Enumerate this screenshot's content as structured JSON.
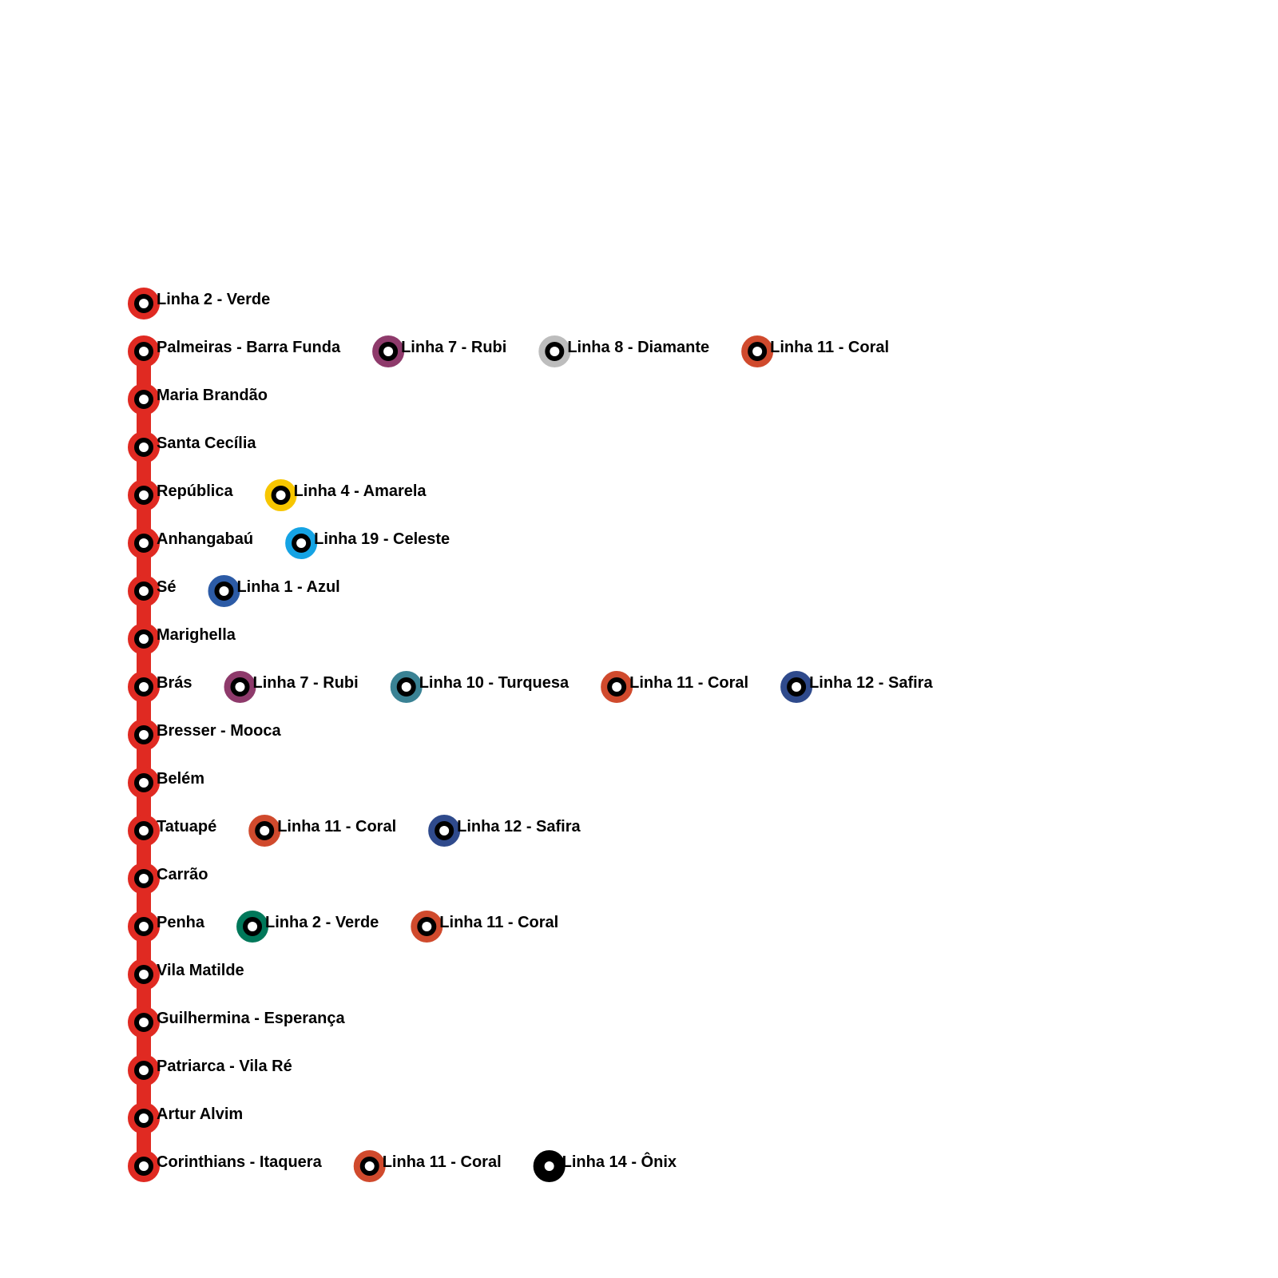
{
  "header": {
    "label": "Linha 2 - Verde",
    "color": "#e02a22"
  },
  "line_color": "#e02a22",
  "stations": [
    {
      "name": "Palmeiras - Barra Funda",
      "connections": [
        {
          "label": "Linha 7 - Rubi",
          "color": "#8e3a6b"
        },
        {
          "label": "Linha 8 - Diamante",
          "color": "#bdbdbd"
        },
        {
          "label": "Linha 11 - Coral",
          "color": "#d04a2d"
        }
      ]
    },
    {
      "name": "Maria Brandão",
      "connections": []
    },
    {
      "name": "Santa Cecília",
      "connections": []
    },
    {
      "name": "República",
      "connections": [
        {
          "label": "Linha 4 - Amarela",
          "color": "#f7c600"
        }
      ]
    },
    {
      "name": "Anhangabaú",
      "connections": [
        {
          "label": "Linha 19 - Celeste",
          "color": "#15a3e4"
        }
      ]
    },
    {
      "name": "Sé",
      "connections": [
        {
          "label": "Linha 1 - Azul",
          "color": "#2c5ba6"
        }
      ]
    },
    {
      "name": "Marighella",
      "connections": []
    },
    {
      "name": "Brás",
      "connections": [
        {
          "label": "Linha 7 - Rubi",
          "color": "#8e3a6b"
        },
        {
          "label": "Linha 10 - Turquesa",
          "color": "#3a8294"
        },
        {
          "label": "Linha 11 - Coral",
          "color": "#d04a2d"
        },
        {
          "label": "Linha 12 - Safira",
          "color": "#2f4a8c"
        }
      ]
    },
    {
      "name": "Bresser - Mooca",
      "connections": []
    },
    {
      "name": "Belém",
      "connections": []
    },
    {
      "name": "Tatuapé",
      "connections": [
        {
          "label": "Linha 11 - Coral",
          "color": "#d04a2d"
        },
        {
          "label": "Linha 12 - Safira",
          "color": "#2f4a8c"
        }
      ]
    },
    {
      "name": "Carrão",
      "connections": []
    },
    {
      "name": "Penha",
      "connections": [
        {
          "label": "Linha 2 - Verde",
          "color": "#00785a"
        },
        {
          "label": "Linha 11 - Coral",
          "color": "#d04a2d"
        }
      ]
    },
    {
      "name": "Vila Matilde",
      "connections": []
    },
    {
      "name": "Guilhermina - Esperança",
      "connections": []
    },
    {
      "name": "Patriarca - Vila Ré",
      "connections": []
    },
    {
      "name": "Artur Alvim",
      "connections": []
    },
    {
      "name": "Corinthians - Itaquera",
      "connections": [
        {
          "label": "Linha 11 - Coral",
          "color": "#d04a2d"
        },
        {
          "label": "Linha 14 - Ônix",
          "color": "#000000"
        }
      ]
    }
  ]
}
